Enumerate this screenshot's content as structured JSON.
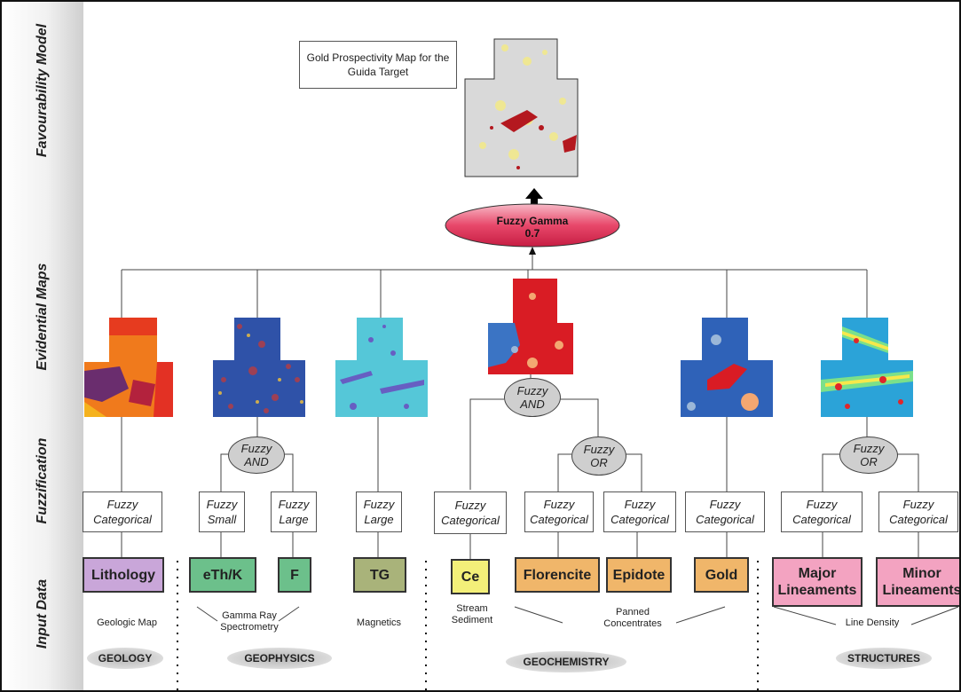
{
  "side_labels": [
    "Favourability Model",
    "Evidential Maps",
    "Fuzzification",
    "Input Data"
  ],
  "title_box": "Gold Prospectivity Map for the Guida Target",
  "gamma": {
    "line1": "Fuzzy Gamma",
    "line2": "0.7"
  },
  "fuzzy_and": "Fuzzy AND",
  "fuzzy_or": "Fuzzy OR",
  "fuzzy_categorical": "Fuzzy Categorical",
  "fuzzy_small": "Fuzzy Small",
  "fuzzy_large": "Fuzzy Large",
  "input_data": {
    "lithology": "Lithology",
    "eth_k": "eTh/K",
    "f": "F",
    "tg": "TG",
    "ce": "Ce",
    "florencite": "Florencite",
    "epidote": "Epidote",
    "gold": "Gold",
    "major_lineaments": "Major Lineaments",
    "minor_lineaments": "Minor Lineaments"
  },
  "sources": {
    "geologic_map": "Geologic Map",
    "gamma_ray": "Gamma Ray Spectrometry",
    "magnetics": "Magnetics",
    "stream_sediment": "Stream Sediment",
    "panned": "Panned Concentrates",
    "line_density": "Line Density"
  },
  "categories": {
    "geology": "GEOLOGY",
    "geophysics": "GEOPHYSICS",
    "geochemistry": "GEOCHEMISTRY",
    "structures": "STRUCTURES"
  },
  "colors": {
    "lithology_fill": "#c9a6d9",
    "geophysics_fill": "#6cc08b",
    "magnetics_fill": "#a9b37a",
    "ce_fill": "#f3ef79",
    "panned_fill": "#f0b66a",
    "lineament_fill": "#f3a3c1",
    "gamma_oval": "#e8486a"
  }
}
